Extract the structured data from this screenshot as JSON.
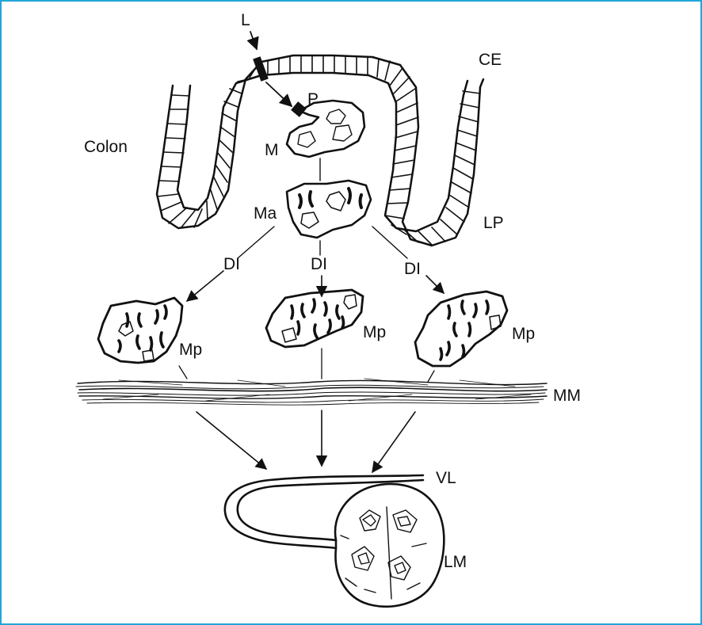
{
  "labels": {
    "L": "L",
    "CE": "CE",
    "P": "P",
    "colon": "Colon",
    "M": "M",
    "Ma": "Ma",
    "LP": "LP",
    "DI_left": "DI",
    "DI_center": "DI",
    "DI_right": "DI",
    "Mp_left": "Mp",
    "Mp_center": "Mp",
    "Mp_right": "Mp",
    "MM": "MM",
    "VL": "VL",
    "LM": "LM"
  },
  "colors": {
    "frame_border": "#22a7d8",
    "ink": "#111111",
    "background": "#ffffff"
  }
}
